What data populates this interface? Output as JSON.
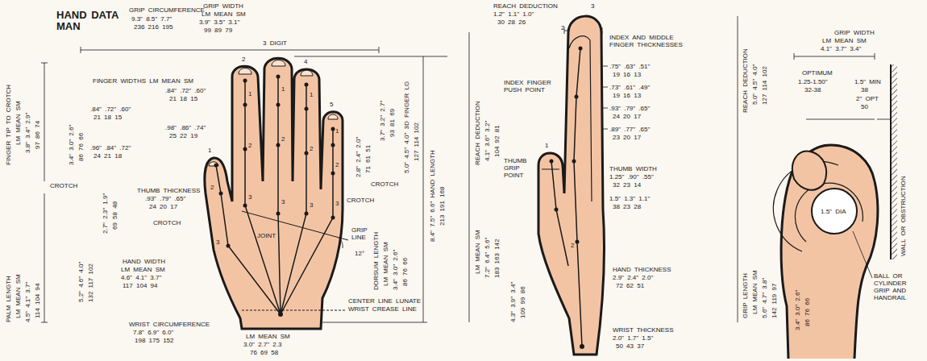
{
  "diagram": {
    "title": "HAND DATA MAN",
    "labels": [
      "GRIP CIRCUMFERENCE",
      "9.3\" 8.5\" 7.7\"",
      "236 216 195",
      "GRIP WIDTH",
      "LM MEAN SM",
      "3.9\" 3.5\" 3.1\"",
      "99 89 79",
      "3 DIGIT",
      "FINGER WIDTHS LM MEAN SM",
      ".84\" .72\" .60\"",
      "21 18 15",
      ".84\" .72\" .60\"",
      "21 18 15",
      ".98\" .86\" .74\"",
      "25 22 19",
      ".96\" .84\" .72\"",
      "24 21 18",
      "CROTCH",
      "THUMB THICKNESS",
      ".93\" .79\" .65\"",
      "24 20 17",
      "CROTCH",
      "HAND WIDTH",
      "LM MEAN SM",
      "4.6\" 4.1\" 3.7\"",
      "117 104 94",
      "WRIST CIRCUMFERENCE",
      "7.8\" 6.9\" 6.0\"",
      "198 175 152",
      "LM MEAN SM",
      "3.0\" 2.7\" 2.3",
      "76 69 58",
      "CENTER LINE LUNATE",
      "WRIST CREASE LINE",
      "JOINT",
      "GRIP LINE",
      "12°",
      "CROTCH",
      "CROTCH",
      "FINGER TIP TO CROTCH",
      "LM MEAN SM",
      "3.8\" 3.4\" 2.9\"",
      "97 86 74",
      "3.4\" 3.0\" 2.6\"",
      "86 76 66",
      "PALM LENGTH",
      "LM MEAN SM",
      "4.5\" 4.1\" 3.7\"",
      "114 104 94",
      "5.2\" 4.6\" 4.0\"",
      "132 117 102",
      "2.7\" 2.3\" 1.9\"",
      "69 58 48",
      "2.8\" 2.4\" 2.0\"",
      "71 61 51",
      "3.7\" 3.2\" 2.7\"",
      "93 81 69",
      "5.0\" 4.5\" 4.0\" 3D FINGER LG",
      "127 114 102",
      "8.4\" 7.5\" 6.6\" HAND LENGTH",
      "213 191 168",
      "DORSUM LENGTH",
      "LM MEAN SM",
      "3.4\" 3.0\" 2.6\"",
      "86 76 66",
      "2",
      "4",
      "5",
      "1",
      "1",
      "2",
      "3",
      "1",
      "2",
      "3",
      "1",
      "2",
      "3",
      "1",
      "2",
      "3",
      "2",
      "3",
      "REACH DEDUCTION",
      "1.2\" 1.1\" 1.0\"",
      "30 28 26",
      "INDEX AND MIDDLE FINGER THICKNESSES",
      ".75\" .63\" .51\"",
      "19 16 13",
      ".73\" .61\" .49\"",
      "19 16 13",
      ".93\" .79\" .65\"",
      "24 20 17",
      ".89\" .77\" .65\"",
      "23 20 17",
      "INDEX FINGER PUSH POINT",
      "THUMB GRIP POINT",
      "THUMB WIDTH",
      "1.25\" .90\" .55\"",
      "32 23 14",
      "1.5\" 1.3\" 1.1\"",
      "38 23 28",
      "HAND THICKNESS",
      "2.9\" 2.4\" 2.0\"",
      "72 62 51",
      "WRIST THICKNESS",
      "2.0\" 1.7\" 1.5\"",
      "50 43 37",
      "REACH DEDUCTION",
      "4.1\" 3.6\" 3.2\"",
      "104 92 81",
      "LM MEAN SM",
      "7.2\" 6.4\" 5.6\"",
      "183 163 142",
      "4.3\" 3.9\" 3.4\"",
      "109 99 86",
      "3",
      "2",
      "1",
      "2",
      "GRIP WIDTH",
      "LM MEAN SM",
      "4.1\" 3.7\" 3.4\"",
      "OPTIMUM",
      "1.25-1.50\"",
      "32-38",
      "1.5\" MIN",
      "38",
      "2\" OPT",
      "50",
      "1.5\" DIA",
      "WALL OR OBSTRUCTION",
      "BALL OR CYLINDER GRIP AND HANDRAIL",
      "REACH DEDUCTION",
      "5.0\" 4.5\" 4.0\"",
      "127 114 102",
      "GRIP LENGTH",
      "LM MEAN SM",
      "5.6\" 4.7\" 3.8\"",
      "142 119 97",
      "3.4\" 3.0\" 2.6\"",
      "86 76 66"
    ]
  }
}
